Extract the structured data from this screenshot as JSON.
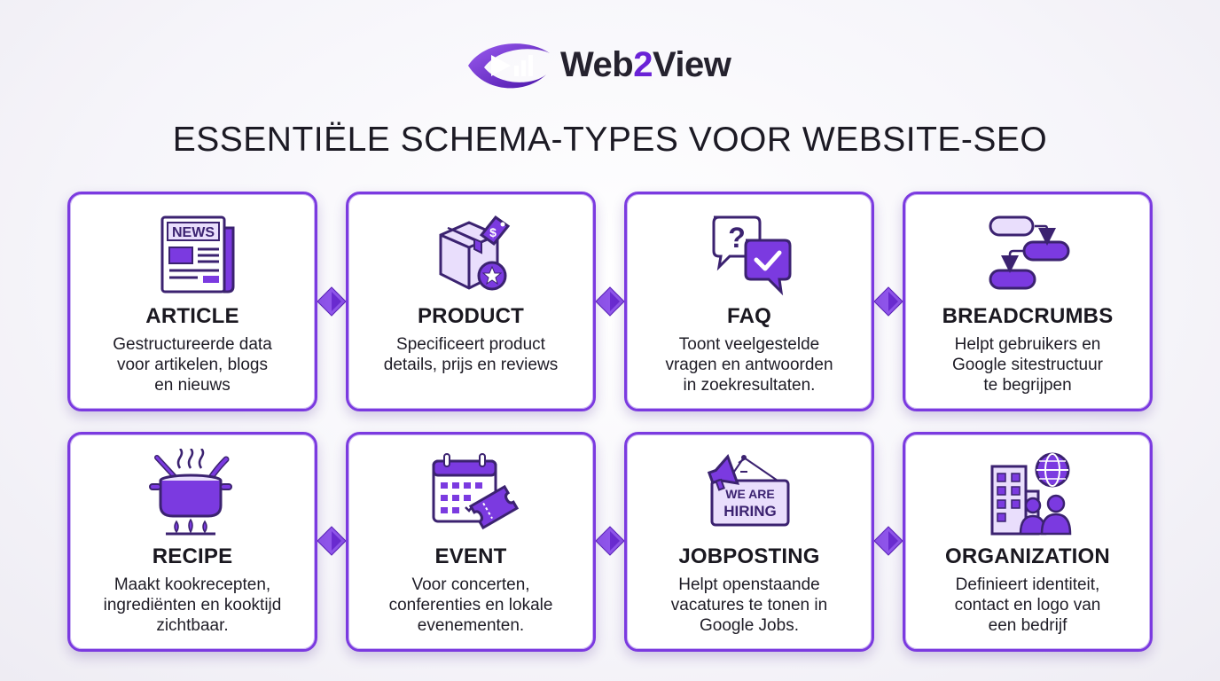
{
  "brand": {
    "name_part1": "Web",
    "name_accent": "2",
    "name_part2": "View",
    "logo_icon": "eye-play-chart-icon",
    "accent_color": "#6a22d6"
  },
  "title": "ESSENTIËLE SCHEMA-TYPES VOOR WEBSITE-SEO",
  "colors": {
    "card_border": "#7b3ae0",
    "icon_primary": "#7b3ae0",
    "icon_light": "#e9defc",
    "icon_outline": "#3b2270"
  },
  "cards": [
    {
      "title": "ARTICLE",
      "description": "Gestructureerde data\nvoor artikelen, blogs\nen nieuws",
      "icon": "newspaper-icon",
      "icon_text": "NEWS"
    },
    {
      "title": "PRODUCT",
      "description": "Specificeert product\ndetails, prijs en reviews",
      "icon": "product-box-icon"
    },
    {
      "title": "FAQ",
      "description": "Toont veelgestelde\nvragen en antwoorden\nin zoekresultaten.",
      "icon": "question-answer-icon"
    },
    {
      "title": "BREADCRUMBS",
      "description": "Helpt gebruikers en\nGoogle sitestructuur\nte begrijpen",
      "icon": "flow-steps-icon"
    },
    {
      "title": "RECIPE",
      "description": "Maakt kookrecepten,\ningrediënten en kooktijd\nzichtbaar.",
      "icon": "cooking-pot-icon"
    },
    {
      "title": "EVENT",
      "description": "Voor concerten,\nconferenties en lokale\nevenementen.",
      "icon": "calendar-ticket-icon"
    },
    {
      "title": "JOBPOSTING",
      "description": "Helpt openstaande\nvacatures te tonen in\nGoogle Jobs.",
      "icon": "hiring-sign-icon",
      "icon_text_line1": "WE ARE",
      "icon_text_line2": "HIRING"
    },
    {
      "title": "ORGANIZATION",
      "description": "Definieert identiteit,\ncontact en logo van\neen bedrijf",
      "icon": "building-globe-people-icon"
    }
  ]
}
